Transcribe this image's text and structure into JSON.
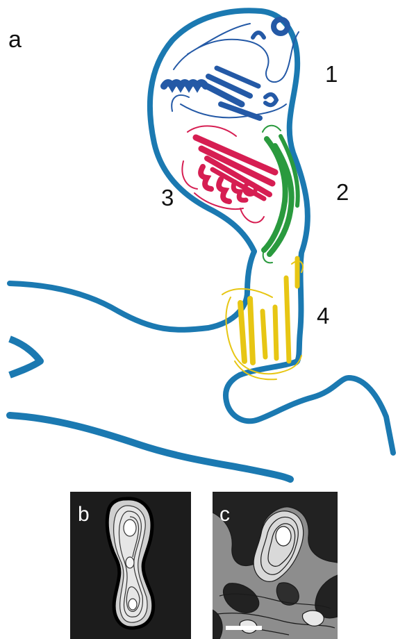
{
  "panels": {
    "a": "a",
    "b": "b",
    "c": "c"
  },
  "domains": {
    "d1": "1",
    "d2": "2",
    "d3": "3",
    "d4": "4"
  },
  "colors": {
    "membrane": "#1b79b1",
    "domain1": "#2459a6",
    "domain2": "#2a9a3e",
    "domain3": "#d61e52",
    "domain4": "#e7c614",
    "inset_bg_b": "#1c1c1c",
    "inset_bg_c": "#8d8d8d"
  }
}
